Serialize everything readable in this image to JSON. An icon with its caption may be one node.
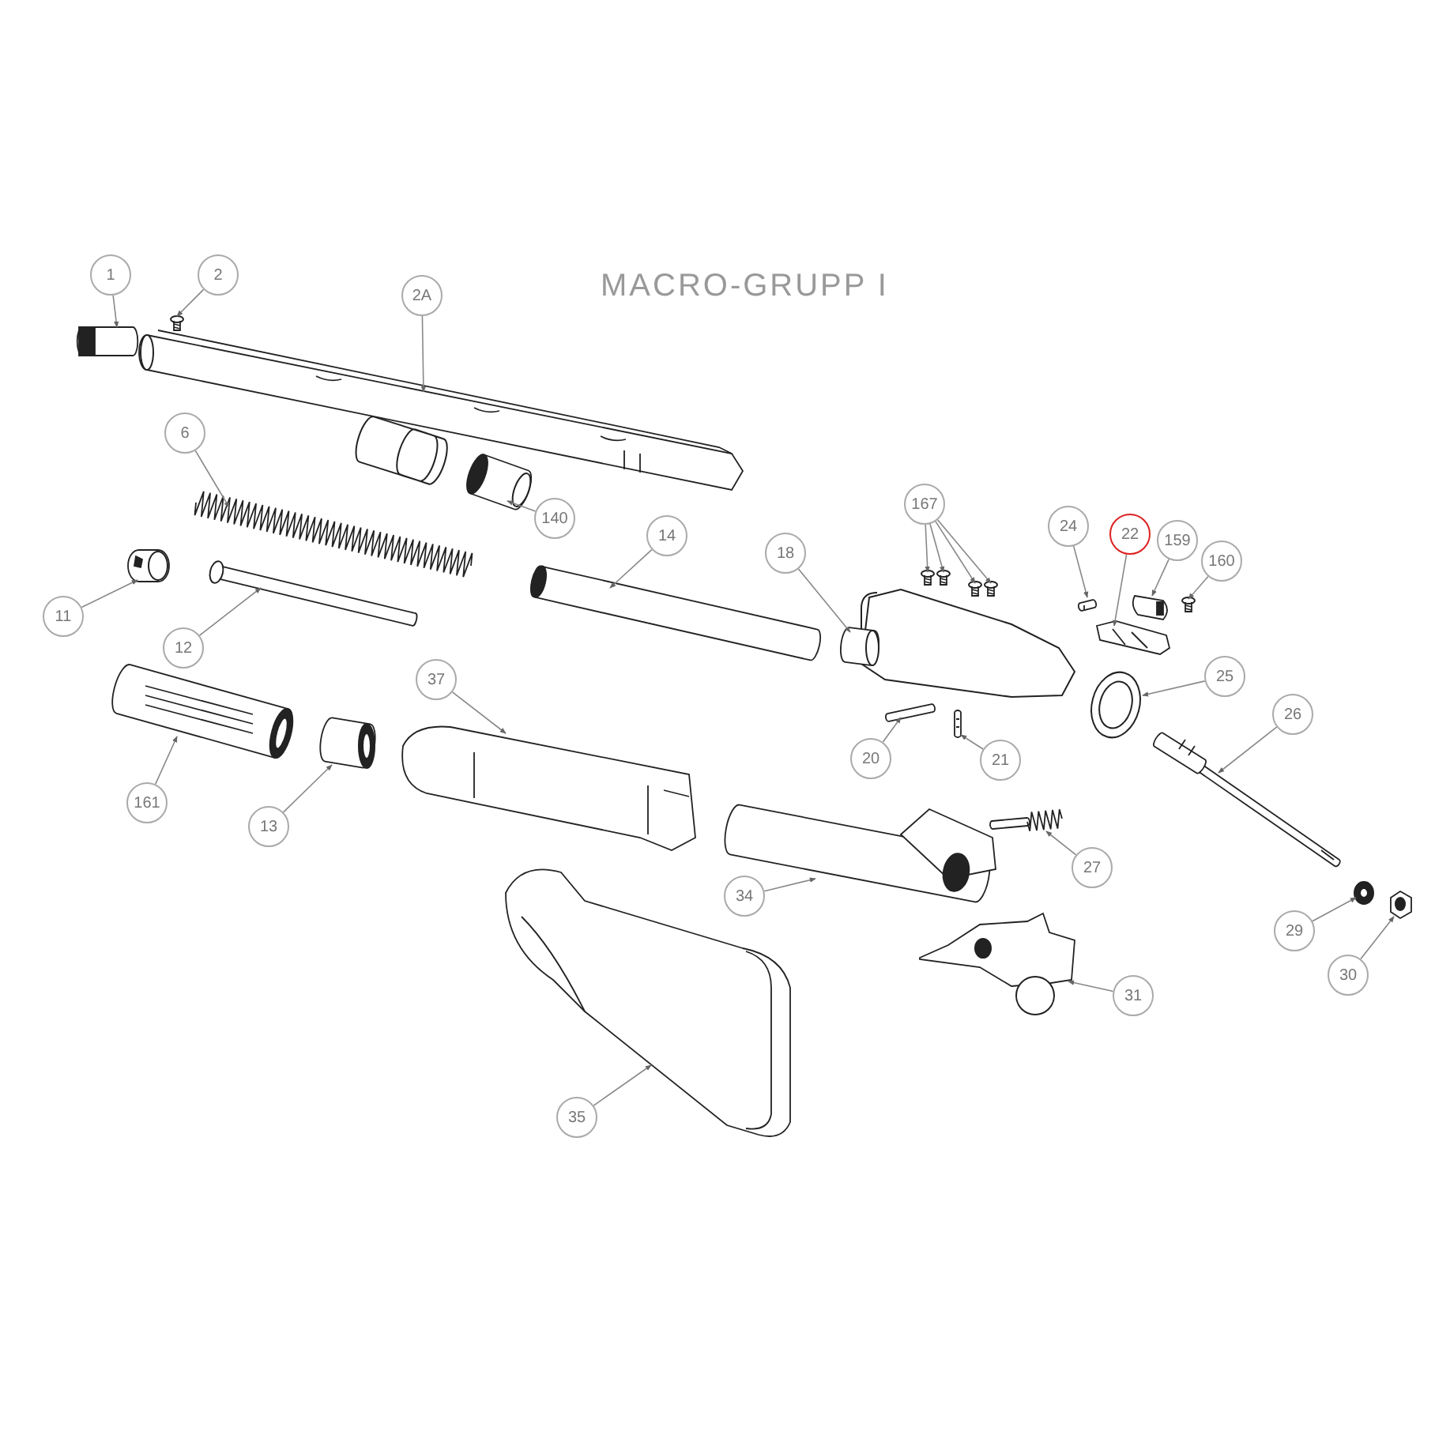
{
  "diagram": {
    "title": "MACRO-GRUPP I",
    "nodes": [
      {
        "text": [
          "1"
        ]
      },
      {
        "text": [],
        "shape": "picture"
      },
      {
        "text": [
          "2"
        ]
      },
      {
        "text": [],
        "shape": "picture"
      },
      {
        "text": [
          "2A"
        ]
      },
      {
        "text": [],
        "shape": "picture"
      },
      {
        "text": [
          "6"
        ]
      },
      {
        "text": [],
        "shape": "picture"
      },
      {
        "text": [
          "140"
        ]
      },
      {
        "text": [],
        "shape": "picture"
      },
      {
        "text": [
          "14"
        ]
      },
      {
        "text": [],
        "shape": "picture"
      },
      {
        "text": [
          "11"
        ]
      },
      {
        "text": [],
        "shape": "picture"
      },
      {
        "text": [
          "12"
        ]
      },
      {
        "text": [],
        "shape": "picture"
      },
      {
        "text": [
          "18"
        ]
      },
      {
        "text": [],
        "shape": "picture"
      },
      {
        "text": [
          "167"
        ]
      },
      {
        "text": [],
        "shape": "picture"
      },
      {
        "text": [],
        "shape": "picture"
      },
      {
        "text": [],
        "shape": "picture"
      },
      {
        "text": [],
        "shape": "picture"
      },
      {
        "text": [
          "24"
        ]
      },
      {
        "text": [],
        "shape": "picture"
      },
      {
        "text": [
          "22"
        ]
      },
      {
        "text": [],
        "shape": "picture"
      },
      {
        "text": [
          "159"
        ]
      },
      {
        "text": [],
        "shape": "picture"
      },
      {
        "text": [
          "160"
        ]
      },
      {
        "text": [],
        "shape": "picture"
      },
      {
        "text": [
          "25"
        ]
      },
      {
        "text": [],
        "shape": "picture"
      },
      {
        "text": [
          "26"
        ]
      },
      {
        "text": [],
        "shape": "picture"
      },
      {
        "text": [
          "20"
        ]
      },
      {
        "text": [],
        "shape": "picture"
      },
      {
        "text": [
          "21"
        ]
      },
      {
        "text": [],
        "shape": "picture"
      },
      {
        "text": [
          "37"
        ]
      },
      {
        "text": [],
        "shape": "picture"
      },
      {
        "text": [
          "161"
        ]
      },
      {
        "text": [],
        "shape": "picture"
      },
      {
        "text": [
          "13"
        ]
      },
      {
        "text": [],
        "shape": "picture"
      },
      {
        "text": [
          "34"
        ]
      },
      {
        "text": [],
        "shape": "picture"
      },
      {
        "text": [
          "27"
        ]
      },
      {
        "text": [],
        "shape": "picture"
      },
      {
        "text": [
          "29"
        ]
      },
      {
        "text": [],
        "shape": "picture"
      },
      {
        "text": [
          "30"
        ]
      },
      {
        "text": [],
        "shape": "picture"
      },
      {
        "text": [
          "31"
        ]
      },
      {
        "text": [],
        "shape": "picture"
      },
      {
        "text": [
          "35"
        ]
      },
      {
        "text": [],
        "shape": "picture"
      }
    ],
    "edges": [
      {
        "from": 0,
        "to": 1,
        "arrow": "to"
      },
      {
        "from": 2,
        "to": 3,
        "arrow": "to"
      },
      {
        "from": 4,
        "to": 5,
        "arrow": "to"
      },
      {
        "from": 6,
        "to": 7,
        "arrow": "to"
      },
      {
        "from": 8,
        "to": 9,
        "arrow": "to"
      },
      {
        "from": 10,
        "to": 11,
        "arrow": "to"
      },
      {
        "from": 12,
        "to": 13,
        "arrow": "to"
      },
      {
        "from": 14,
        "to": 15,
        "arrow": "to"
      },
      {
        "from": 16,
        "to": 17,
        "arrow": "to"
      },
      {
        "from": 18,
        "to": 19,
        "arrow": "to"
      },
      {
        "from": 18,
        "to": 20,
        "arrow": "to"
      },
      {
        "from": 18,
        "to": 21,
        "arrow": "to"
      },
      {
        "from": 18,
        "to": 22,
        "arrow": "to"
      },
      {
        "from": 23,
        "to": 24,
        "arrow": "to"
      },
      {
        "from": 25,
        "to": 26,
        "arrow": "to"
      },
      {
        "from": 27,
        "to": 28,
        "arrow": "to"
      },
      {
        "from": 29,
        "to": 30,
        "arrow": "to"
      },
      {
        "from": 31,
        "to": 32,
        "arrow": "to"
      },
      {
        "from": 33,
        "to": 34,
        "arrow": "to"
      },
      {
        "from": 35,
        "to": 36,
        "arrow": "to"
      },
      {
        "from": 37,
        "to": 38,
        "arrow": "to"
      },
      {
        "from": 39,
        "to": 40,
        "arrow": "to"
      },
      {
        "from": 41,
        "to": 42,
        "arrow": "to"
      },
      {
        "from": 43,
        "to": 44,
        "arrow": "to"
      },
      {
        "from": 45,
        "to": 46,
        "arrow": "to"
      },
      {
        "from": 47,
        "to": 48,
        "arrow": "to"
      },
      {
        "from": 49,
        "to": 50,
        "arrow": "to"
      },
      {
        "from": 51,
        "to": 52,
        "arrow": "to"
      },
      {
        "from": 53,
        "to": 54,
        "arrow": "to"
      },
      {
        "from": 55,
        "to": 56,
        "arrow": "to"
      }
    ]
  }
}
